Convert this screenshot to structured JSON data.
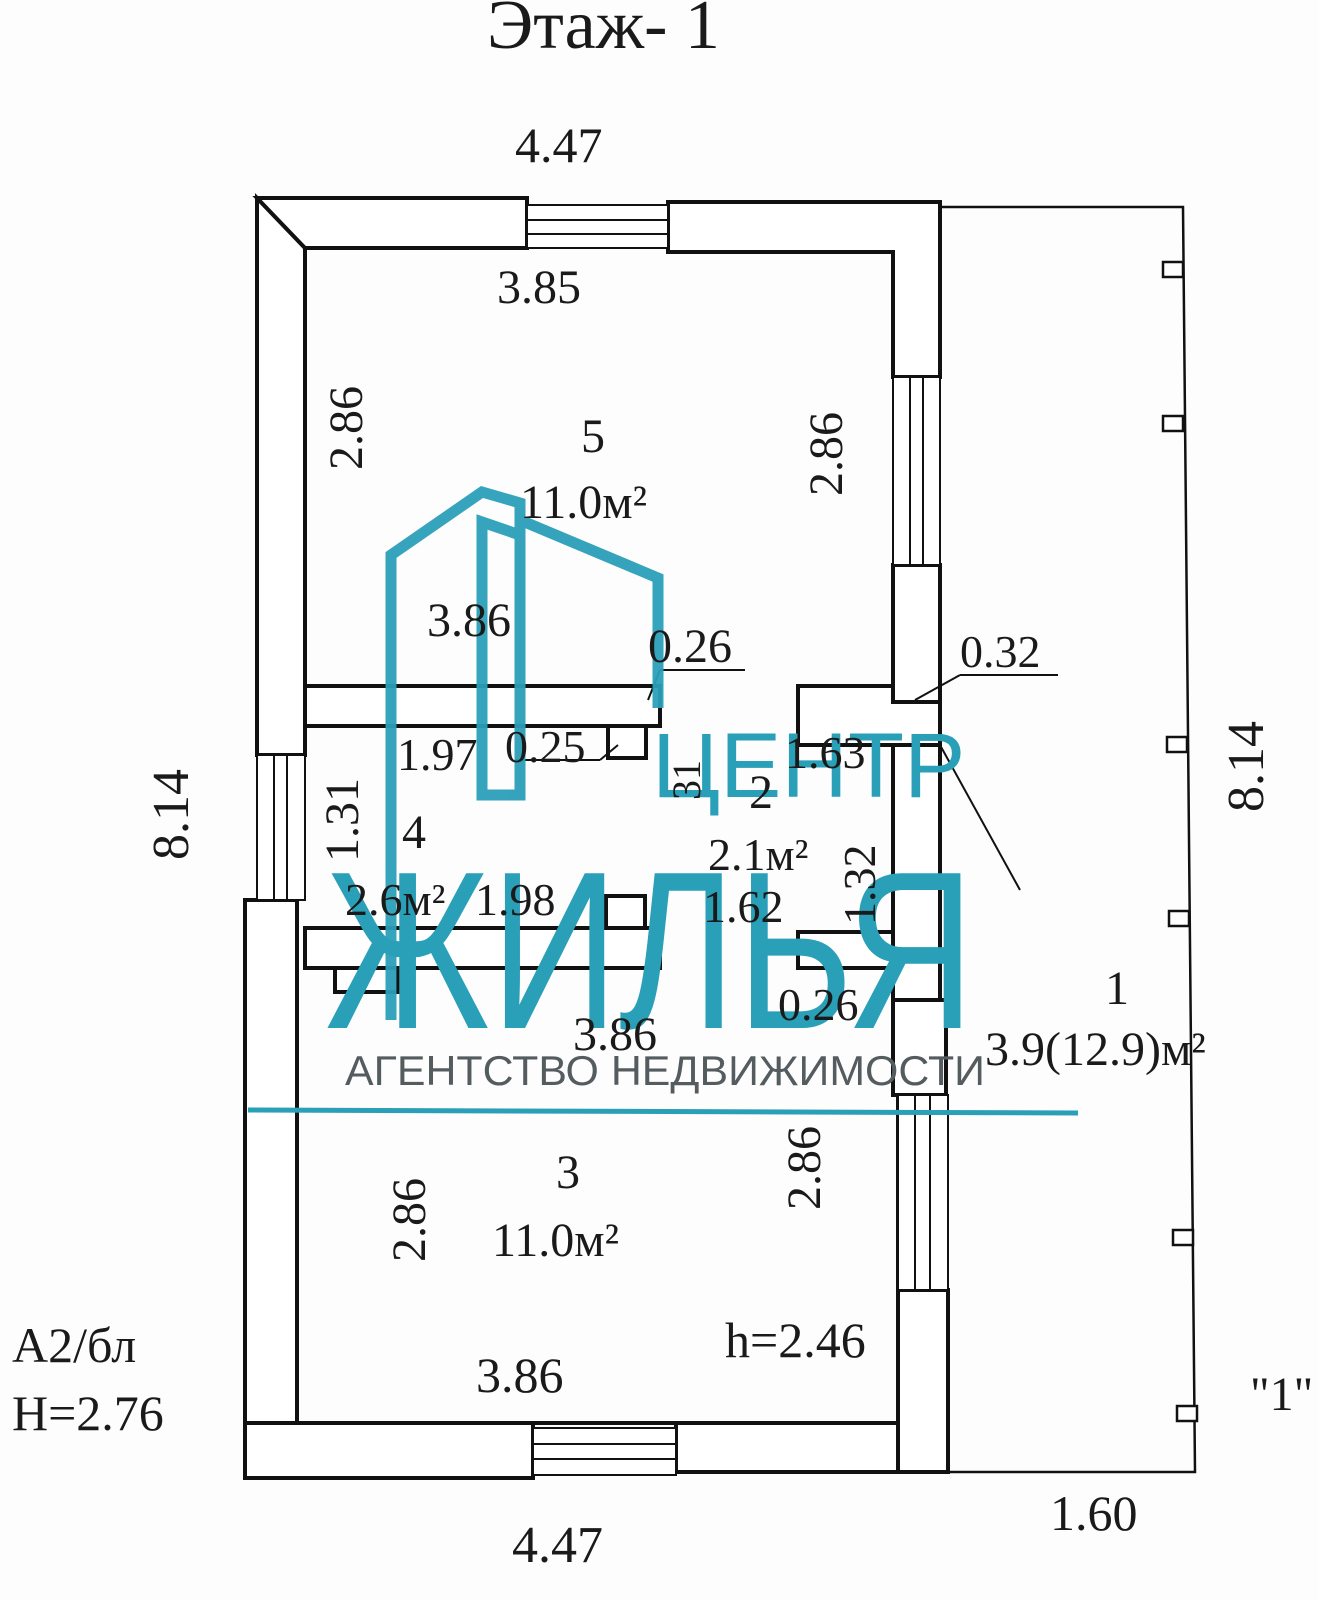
{
  "title": "Этаж- 1",
  "dimensions": {
    "top_outer": "4.47",
    "room5_width": "3.85",
    "room5_left_height": "2.86",
    "room5_right_height": "2.86",
    "room5_lower_width": "3.86",
    "wall_026_a": "0.26",
    "wall_032": "0.32",
    "room4_top": "1.97",
    "wall_025": "0.25",
    "hall_top": "1.63",
    "room4_height": "1.31",
    "room4_width": "1.98",
    "hall_height_partial": "31",
    "hall_height": "1.32",
    "hall_bottom": "1.62",
    "wall_026_b": "0.26",
    "room3_top": "3.86",
    "room3_left_height": "2.86",
    "room3_right_height": "2.86",
    "room3_bottom": "3.86",
    "left_total": "8.14",
    "right_total": "8.14",
    "bottom_outer": "4.47",
    "veranda_width": "1.60"
  },
  "rooms": {
    "r5_num": "5",
    "r5_area": "11.0м²",
    "r4_num": "4",
    "r4_area": "2.6м²",
    "r2_num": "2",
    "r2_area": "2.1м²",
    "r3_num": "3",
    "r3_area": "11.0м²",
    "r1_num": "1",
    "r1_area": "3.9(12.9)м²"
  },
  "notes": {
    "ceiling": "h=2.46",
    "letter": "А2/бл",
    "height": "Н=2.76",
    "veranda_label": "\"1\""
  },
  "watermark": {
    "line1": "ЦЕНТР",
    "line2": "ЖИЛЬЯ",
    "line3": "АГЕНТСТВО НЕДВИЖИМОСТИ",
    "color": "#2a9fb8"
  }
}
